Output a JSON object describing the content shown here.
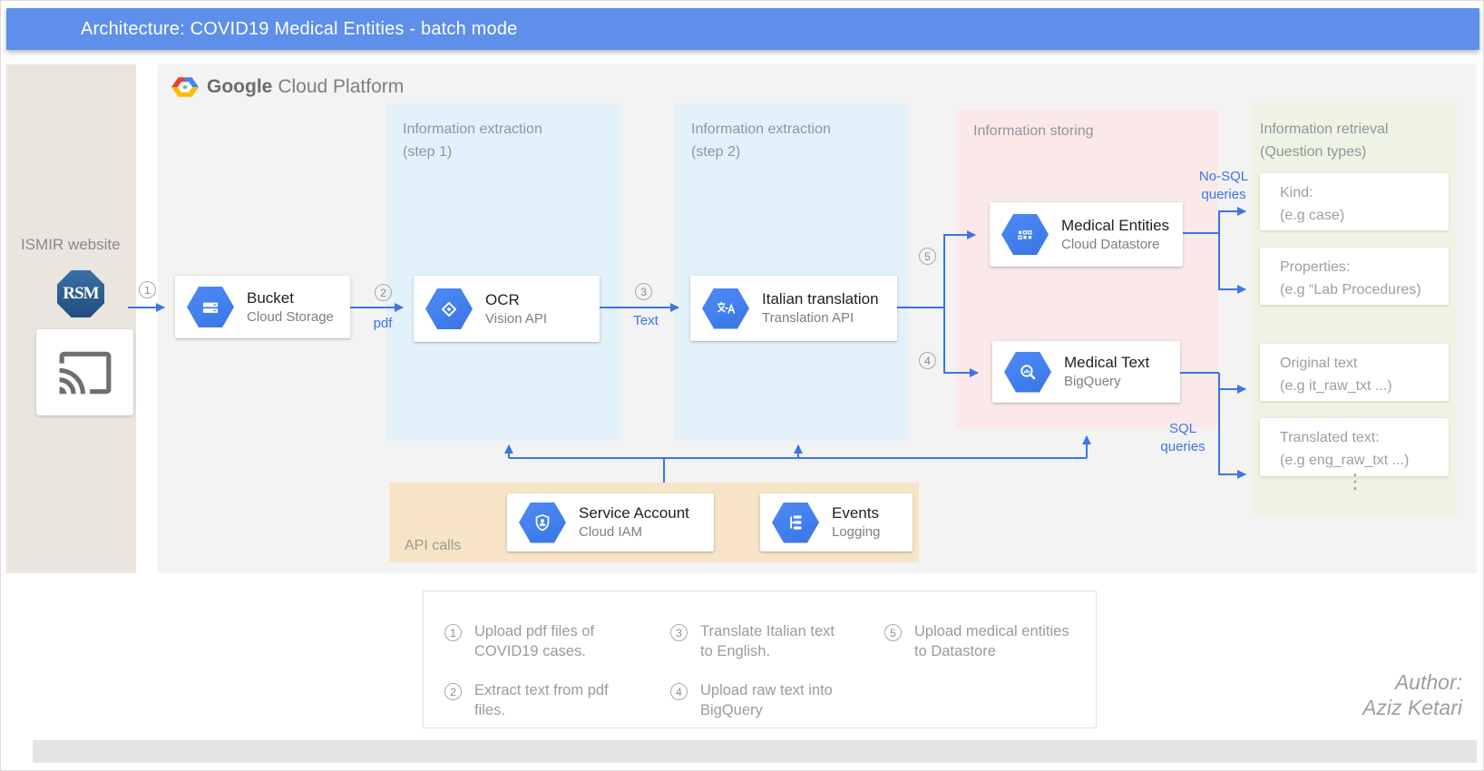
{
  "window": {
    "title": "Architecture: COVID19 Medical Entities - batch mode"
  },
  "header": {
    "brand_primary": "Google",
    "brand_secondary": "Cloud Platform"
  },
  "sidebar": {
    "label": "ISMIR website",
    "monogram": "RSM"
  },
  "panels": {
    "step1": {
      "line1": "Information extraction",
      "line2": "(step 1)"
    },
    "step2": {
      "line1": "Information extraction",
      "line2": "(step 2)"
    },
    "storing": {
      "line1": "Information storing"
    },
    "retrieval": {
      "line1": "Information retrieval",
      "line2": "(Question  types)"
    },
    "api_calls": {
      "label": "API calls"
    }
  },
  "nodes": {
    "bucket": {
      "title": "Bucket",
      "subtitle": "Cloud Storage"
    },
    "ocr": {
      "title": "OCR",
      "subtitle": "Vision API"
    },
    "translation": {
      "title": "Italian translation",
      "subtitle": "Translation API"
    },
    "medical_entities": {
      "title": "Medical Entities",
      "subtitle": "Cloud Datastore"
    },
    "medical_text": {
      "title": "Medical Text",
      "subtitle": "BigQuery"
    },
    "service_account": {
      "title": "Service Account",
      "subtitle": "Cloud IAM"
    },
    "events": {
      "title": "Events",
      "subtitle": "Logging"
    }
  },
  "retrieval_cards": [
    {
      "line1": "Kind:",
      "line2": "(e.g case)"
    },
    {
      "line1": "Properties:",
      "line2": "(e.g “Lab Procedures)"
    },
    {
      "line1": "Original text",
      "line2": "(e.g it_raw_txt ...)"
    },
    {
      "line1": "Translated text:",
      "line2": "(e.g eng_raw_txt ...)"
    }
  ],
  "edges": {
    "n1": "1",
    "n2": "2",
    "n3": "3",
    "n4": "4",
    "n5": "5",
    "pdf": "pdf",
    "text": "Text",
    "nosql": [
      "No-SQL",
      "queries"
    ],
    "sql": [
      "SQL",
      "queries"
    ],
    "ellipsis": "⋮"
  },
  "legend": {
    "items": [
      {
        "num": "1",
        "text": "Upload pdf files of COVID19 cases."
      },
      {
        "num": "2",
        "text": "Extract text from pdf files."
      },
      {
        "num": "3",
        "text": "Translate Italian text to English."
      },
      {
        "num": "4",
        "text": "Upload raw text into BigQuery"
      },
      {
        "num": "5",
        "text": "Upload medical entities to Datastore"
      }
    ]
  },
  "footer": {
    "author_label": "Author:",
    "author_name": "Aziz Ketari"
  },
  "colors": {
    "titlebar_blue": "#5e8fea",
    "arrow_blue": "#3d74e6",
    "hexagon_blue": "#4285f4",
    "panel_step_blue": "#e3f1fb",
    "panel_storing_pink": "#fbe9e9",
    "panel_retrieval_green": "#eff3e3",
    "panel_api_tan": "#f7e4c6",
    "sidebar_beige": "#eae5df",
    "gcp_gray": "#f2f3f2",
    "google_red": "#ea4335",
    "google_yellow": "#fbbc05"
  },
  "icons": {
    "gcp-logo-icon": "multicolor-hexagon",
    "ismir-logo-icon": "rsm-octagon-monogram",
    "cast-icon": "screen-cast",
    "cloud-storage-icon": "hexagon-storage-bars",
    "vision-api-icon": "hexagon-diamond-eye",
    "translation-api-icon": "hexagon-wen-to-A",
    "datastore-icon": "hexagon-squares-grid",
    "bigquery-icon": "hexagon-magnifier-chart",
    "iam-icon": "hexagon-shield-person",
    "logging-icon": "hexagon-log-list"
  }
}
